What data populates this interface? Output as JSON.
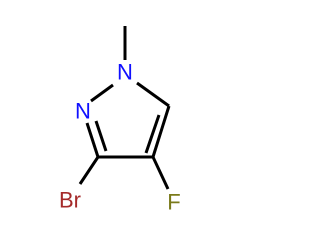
{
  "molecule": {
    "atoms": {
      "n1": {
        "symbol": "N",
        "color": "#1010ff"
      },
      "n2": {
        "symbol": "N",
        "color": "#1010ff"
      },
      "br": {
        "symbol": "Br",
        "color": "#a52a2a"
      },
      "f": {
        "symbol": "F",
        "color": "#7a7a1a"
      }
    },
    "bond_color": "#000000"
  }
}
